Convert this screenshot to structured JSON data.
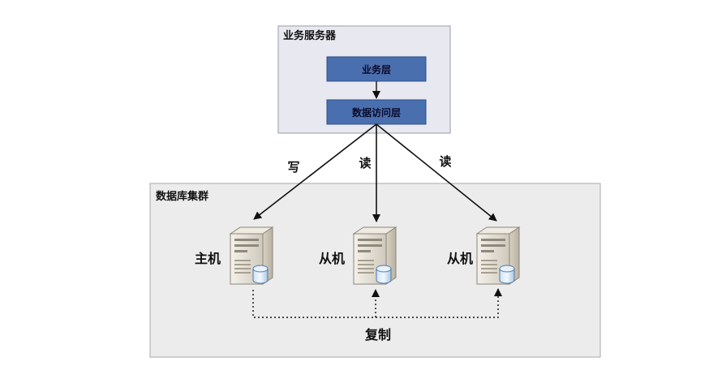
{
  "app_server": {
    "title": "业务服务器",
    "business_layer": "业务层",
    "data_access_layer": "数据访问层"
  },
  "db_cluster": {
    "title": "数据库集群",
    "master_label": "主机",
    "slave1_label": "从机",
    "slave2_label": "从机"
  },
  "edges": {
    "write": "写",
    "read1": "读",
    "read2": "读",
    "replicate": "复制"
  },
  "colors": {
    "server_box_bg": "#e8e9f0",
    "cluster_bg": "#ececec",
    "layer_fill": "#4a6fae",
    "layer_border": "#2e4f8a",
    "arrow": "#111111",
    "server_body": "#d9d4c9"
  }
}
